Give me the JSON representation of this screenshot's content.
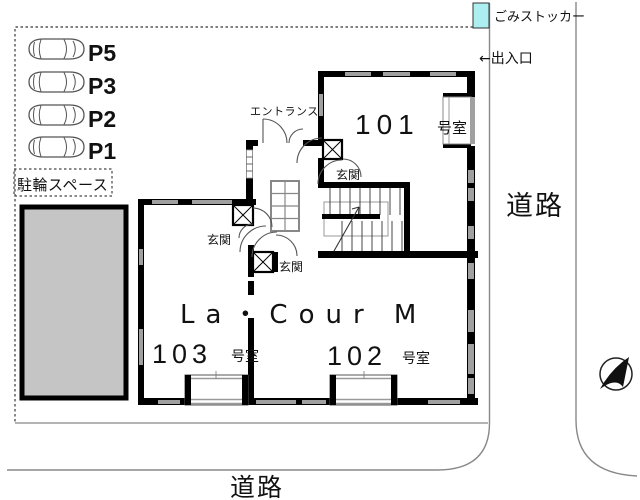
{
  "plan": {
    "building_name": "La・Cour M",
    "rooms": {
      "r101": {
        "number": "101",
        "suffix": "号室"
      },
      "r102": {
        "number": "102",
        "suffix": "号室"
      },
      "r103": {
        "number": "103",
        "suffix": "号室"
      }
    },
    "labels": {
      "entrance_hall": "エントランス",
      "genkan_101": "玄関",
      "genkan_102": "玄関",
      "genkan_103": "玄関",
      "garbage_stocker": "ごみストッカー",
      "exit": "←出入口",
      "road_right": "道路",
      "road_bottom": "道路",
      "bicycle_space": "駐輪スペース"
    },
    "parking_spots": {
      "p5": "P5",
      "p3": "P3",
      "p2": "P2",
      "p1": "P1"
    },
    "colors": {
      "garbage_box_fill": "#adeef0",
      "neighbor_building_fill": "#c5c5c5",
      "wall": "#000000",
      "window_gray": "#a0a0a0"
    }
  }
}
